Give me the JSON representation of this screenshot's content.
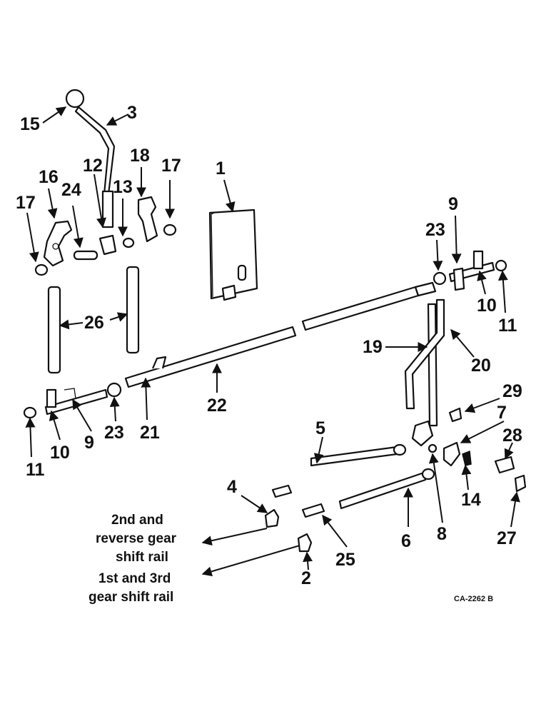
{
  "diagram": {
    "reference_code": "CA-2262  B",
    "callouts": {
      "p1": "1",
      "p2": "2",
      "p3": "3",
      "p4": "4",
      "p5": "5",
      "p6": "6",
      "p7": "7",
      "p8": "8",
      "p9a": "9",
      "p9b": "9",
      "p10a": "10",
      "p10b": "10",
      "p11a": "11",
      "p11b": "11",
      "p12": "12",
      "p13": "13",
      "p14": "14",
      "p15": "15",
      "p16": "16",
      "p17a": "17",
      "p17b": "17",
      "p18": "18",
      "p19": "19",
      "p20": "20",
      "p21": "21",
      "p22": "22",
      "p23a": "23",
      "p23b": "23",
      "p24": "24",
      "p25": "25",
      "p26": "26",
      "p27": "27",
      "p28": "28",
      "p29": "29"
    },
    "notes": {
      "rail2_line1": "2nd and",
      "rail2_line2": "reverse gear",
      "rail2_line3": "shift rail",
      "rail1_line1": "1st and 3rd",
      "rail1_line2": "gear shift rail"
    }
  }
}
